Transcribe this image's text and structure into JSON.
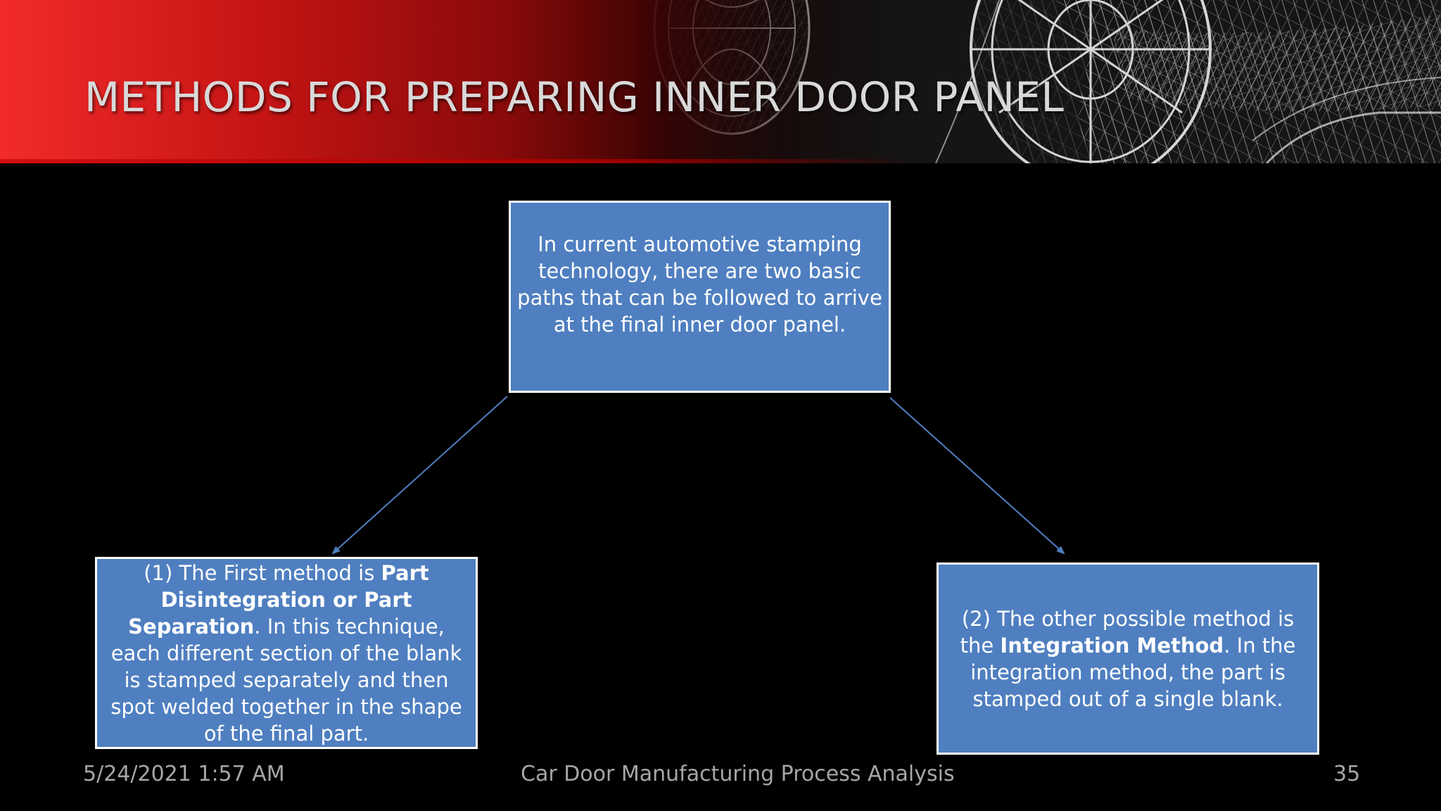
{
  "slide": {
    "title": "METHODS FOR PREPARING INNER DOOR PANEL",
    "top_box": {
      "text": "In current automotive stamping technology, there are two basic paths that can be followed to arrive at the final inner door panel."
    },
    "left_box": {
      "prefix": "(1) The First method is ",
      "bold": "Part Disintegration or Part Separation",
      "suffix": ". In this technique, each different section of the blank is stamped separately and then spot welded together in the shape of the final part."
    },
    "right_box": {
      "prefix": "(2) The other possible method is the ",
      "bold": "Integration Method",
      "suffix": ". In the integration method, the part is stamped out of a single blank."
    },
    "footer": {
      "date": "5/24/2021 1:57 AM",
      "center": "Car Door Manufacturing Process Analysis",
      "page": "35"
    }
  },
  "colors": {
    "box_fill": "#4f7fc0",
    "box_border": "#ffffff",
    "arrow": "#4f7fc0",
    "banner_red": "#e52222",
    "footer_text": "#a6a6a6"
  }
}
